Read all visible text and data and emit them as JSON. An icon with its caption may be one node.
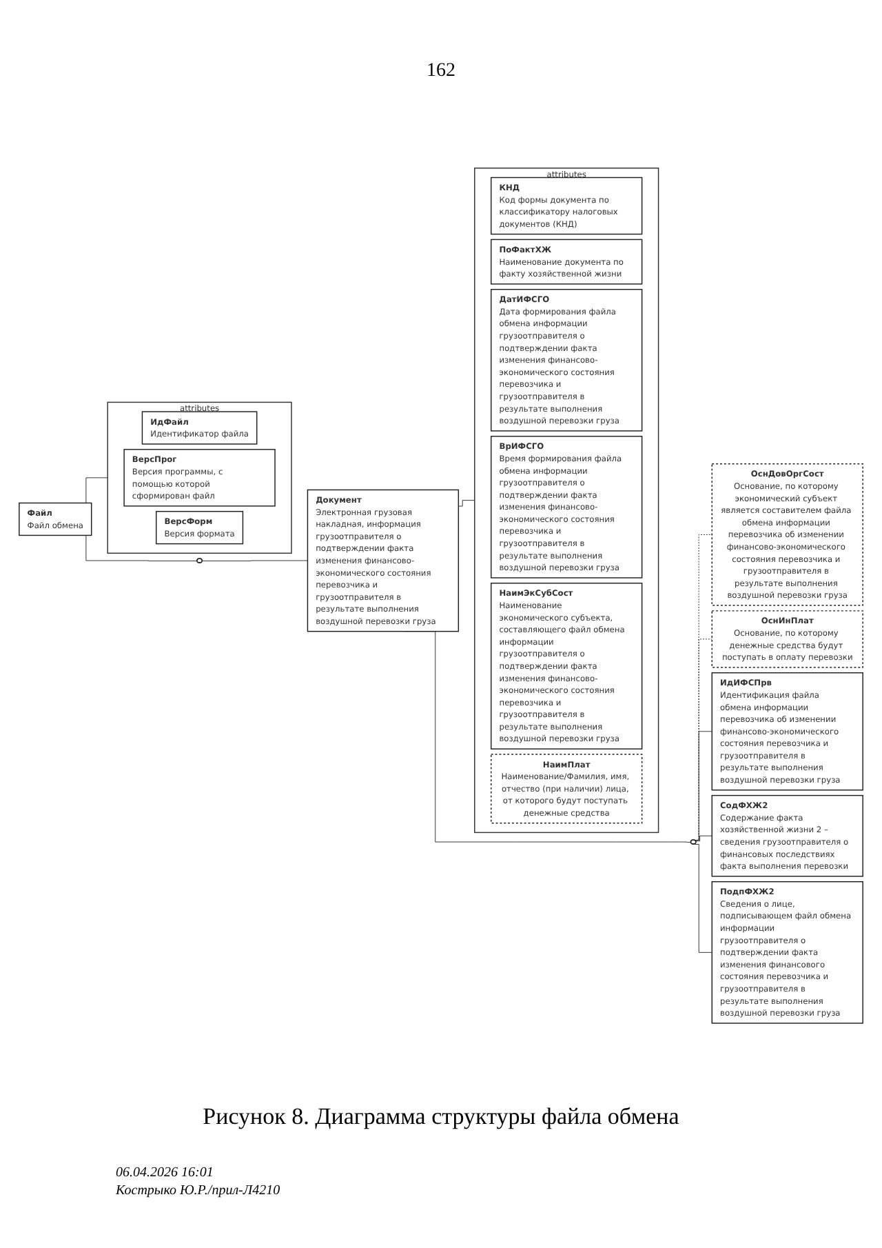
{
  "diagram": {
    "caption": "Рисунок 8. Диаграмма структуры файла обмена",
    "nodes": [
      {
        "text": [
          "Файл",
          "Файл обмена"
        ]
      },
      {
        "text": [
          "attributes"
        ]
      },
      {
        "text": [
          "ИдФайл",
          "Идентификатор файла"
        ],
        "in": 1
      },
      {
        "text": [
          "ВерсПрог",
          "Версия программы, с помощью которой сформирован файл"
        ],
        "in": 1
      },
      {
        "text": [
          "ВерсФорм",
          "Версия формата"
        ],
        "in": 1
      },
      {
        "text": [],
        "shape": "oval"
      },
      {
        "text": [
          "Документ",
          "Электронная грузовая накладная, информация грузоотправителя о подтверждении факта изменения финансово-экономического состояния перевозчика и грузоотправителя в результате выполнения воздушной перевозки груза"
        ]
      },
      {
        "text": [
          "attributes"
        ]
      },
      {
        "text": [
          "КНД",
          "Код формы документа по классификатору налоговых документов (КНД)"
        ],
        "in": 7
      },
      {
        "text": [
          "ПоФактХЖ",
          "Наименование документа по факту хозяйственной жизни"
        ],
        "in": 7
      },
      {
        "text": [
          "ДатИФСГО",
          "Дата формирования файла обмена информации грузоотправителя о подтверждении факта изменения финансово-экономического состояния перевозчика и грузоотправителя в результате выполнения воздушной перевозки груза"
        ],
        "in": 7
      },
      {
        "text": [
          "ВрИФСГО",
          "Время формирования файла обмена информации грузоотправителя о подтверждении факта изменения финансово-экономического состояния перевозчика и грузоотправителя в результате выполнения воздушной перевозки груза"
        ],
        "in": 7
      },
      {
        "text": [
          "НаимЭкСубСост",
          "Наименование экономического субъекта, составляющего файл обмена информации грузоотправителя о подтверждении факта изменения финансово-экономического состояния перевозчика и грузоотправителя в результате выполнения воздушной перевозки груза"
        ],
        "in": 7
      },
      {
        "text": [
          "НаимПлат",
          "Наименование/Фамилия, имя, отчество (при наличии) лица, от которого будут поступать денежные средства"
        ],
        "in": 7
      },
      {
        "text": [],
        "shape": "oval"
      },
      {
        "text": [
          "ОснДовОргСост",
          "Основание, по которому экономический субъект является составителем файла обмена информации перевозчика об изменении финансово-экономического состояния перевозчика и грузоотправителя в результате выполнения воздушной перевозки груза"
        ]
      },
      {
        "text": [
          "ОснИнПлат",
          "Основание, по которому денежные средства будут поступать в оплату перевозки"
        ]
      },
      {
        "text": [
          "ИдИФСПрв",
          "Идентификация файла обмена информации перевозчика об изменении финансово-экономического состояния перевозчика и грузоотправителя в результате выполнения воздушной перевозки груза"
        ]
      },
      {
        "text": [
          "СодФХЖ2",
          "Содержание факта хозяйственной жизни 2 – сведения грузоотправителя о финансовых последствиях факта выполнения перевозки"
        ]
      },
      {
        "text": [
          "ПодпФХЖ2",
          "Сведения о лице, подписывающем файл обмена информации грузоотправителя о подтверждении факта изменения финансового состояния перевозчика и грузоотправителя в результате выполнения воздушной перевозки груза"
        ]
      }
    ],
    "edges": [
      {
        "from": 0,
        "to": 1,
        "arrow": "none"
      },
      {
        "from": 0,
        "to": 5,
        "arrow": "none"
      },
      {
        "from": 5,
        "to": 6,
        "arrow": "none"
      },
      {
        "from": 6,
        "to": 7,
        "arrow": "none"
      },
      {
        "from": 6,
        "to": 14,
        "arrow": "none"
      },
      {
        "from": 14,
        "to": 15,
        "arrow": "none",
        "style": "dashed"
      },
      {
        "from": 14,
        "to": 16,
        "arrow": "none",
        "style": "dashed"
      },
      {
        "from": 14,
        "to": 17,
        "arrow": "none"
      },
      {
        "from": 14,
        "to": 18,
        "arrow": "none"
      },
      {
        "from": 14,
        "to": 19,
        "arrow": "none"
      }
    ],
    "labels": [
      "162",
      "06.04.2026 16:01",
      "Кострыко Ю.Р./прил-Л4210"
    ]
  }
}
